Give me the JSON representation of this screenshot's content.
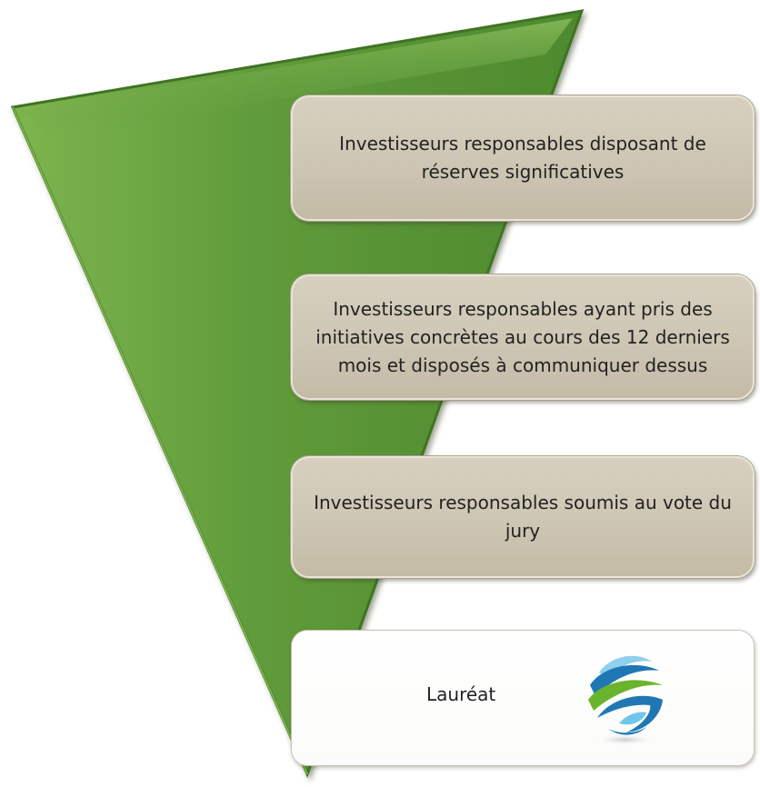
{
  "stages": [
    {
      "text": "Investisseurs responsables disposant de réserves significatives"
    },
    {
      "text": "Investisseurs responsables ayant pris des initiatives concrètes au cours des 12 derniers mois et disposés à communiquer dessus"
    },
    {
      "text": "Investisseurs responsables soumis au vote du jury"
    }
  ],
  "winner": {
    "label": "Lauréat",
    "logo_icon": "globe-logo-icon"
  },
  "colors": {
    "funnel_fill": "#5f9a3a",
    "funnel_edge": "#3f7324",
    "box_fill": "#cfc8b6",
    "logo_blue": "#1f78b4",
    "logo_green": "#6ab42d",
    "logo_light_blue": "#8fd0ee"
  }
}
